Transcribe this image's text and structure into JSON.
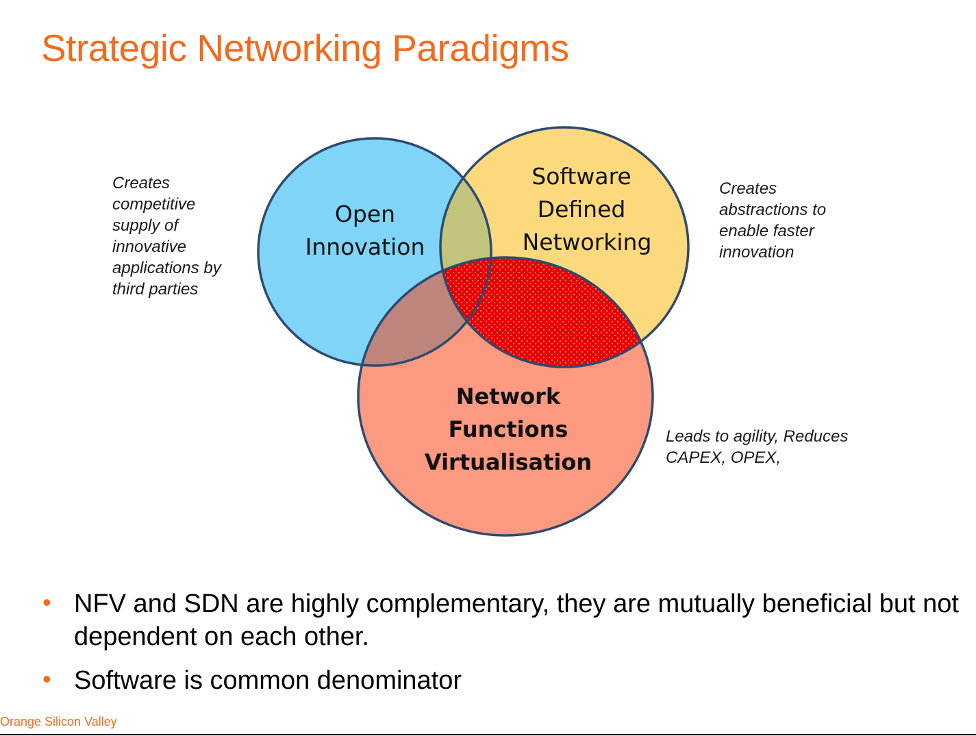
{
  "title": "Strategic Networking Paradigms",
  "circles": {
    "open_innovation": {
      "line1": "Open",
      "line2": "Innovation",
      "color": "#7fd4f7"
    },
    "sdn": {
      "line1": "Software",
      "line2": "Defined",
      "line3": "Networking",
      "color": "#fbd97c"
    },
    "nfv": {
      "line1": "Network",
      "line2": "Functions",
      "line3": "Virtualisation",
      "color": "#fb9a80"
    },
    "outline_color": "#2e4a6e",
    "overlap_sdn_nfv_color": "#e80000"
  },
  "notes": {
    "open_innovation": [
      "Creates",
      "competitive",
      "supply of",
      "innovative",
      "applications by",
      "third parties"
    ],
    "sdn": [
      "Creates",
      "abstractions to",
      "enable faster",
      "innovation"
    ],
    "nfv": [
      "Leads to agility, Reduces",
      "CAPEX, OPEX,"
    ]
  },
  "bullets": [
    "NFV and SDN are highly complementary, they are mutually beneficial but not dependent on each other.",
    "Software is common denominator"
  ],
  "footer": "Orange Silicon Valley",
  "colors": {
    "accent": "#f26b1d"
  }
}
